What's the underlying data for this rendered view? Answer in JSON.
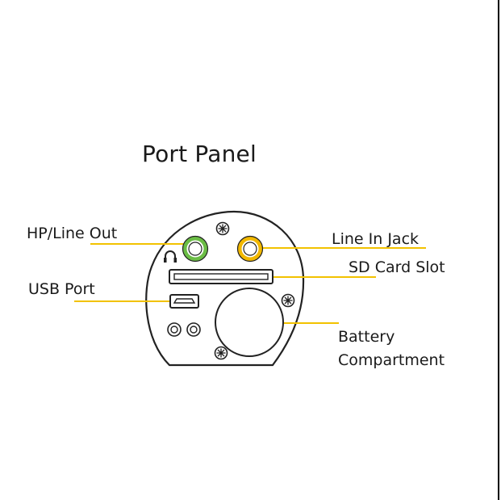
{
  "title": "Port Panel",
  "labels": {
    "hp_line_out": "HP/Line Out",
    "line_in_jack": "Line In Jack",
    "sd_card_slot": "SD Card Slot",
    "usb_port": "USB Port",
    "battery_line1": "Battery",
    "battery_line2": "Compartment"
  },
  "colors": {
    "leader_line": "#f2c200",
    "hp_jack_ring": "#6bbd45",
    "line_in_ring": "#f2b800",
    "outline": "#222222"
  },
  "icons": [
    "headphone-icon",
    "screw-icon"
  ]
}
